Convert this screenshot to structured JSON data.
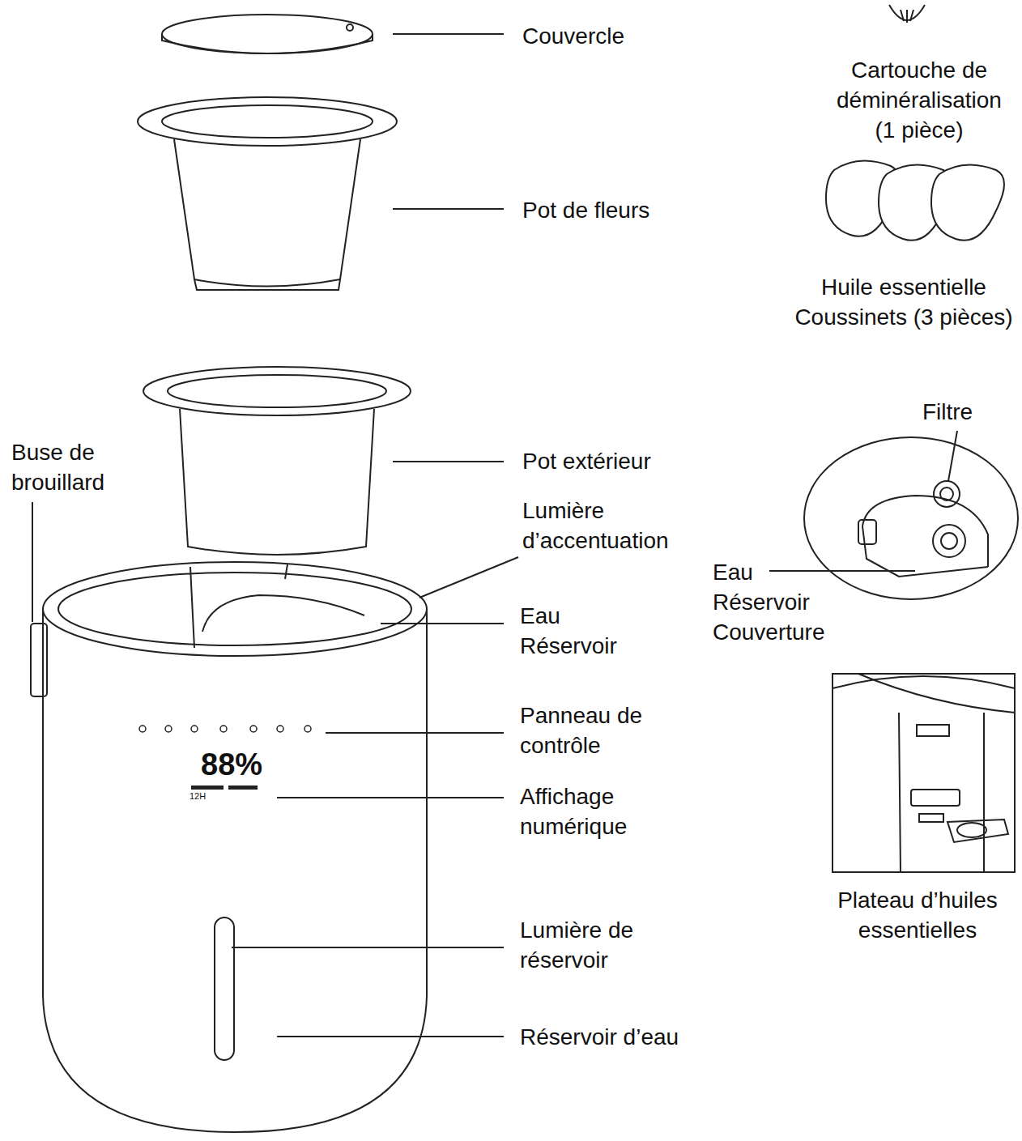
{
  "diagram": {
    "labels": [
      "Couvercle",
      "Cartouche de déminéralisation (1 pièce)",
      "Pot de fleurs",
      "Huile essentielle Coussinets (3 pièces)",
      "Filtre",
      "Buse de brouillard",
      "Pot extérieur",
      "Lumière d’accentuation",
      "Eau Réservoir Couverture",
      "Eau Réservoir",
      "Panneau de contrôle",
      "88%",
      "12H",
      "Affichage numérique",
      "Plateau d’huiles essentielles",
      "Lumière de réservoir",
      "Réservoir d’eau"
    ]
  }
}
